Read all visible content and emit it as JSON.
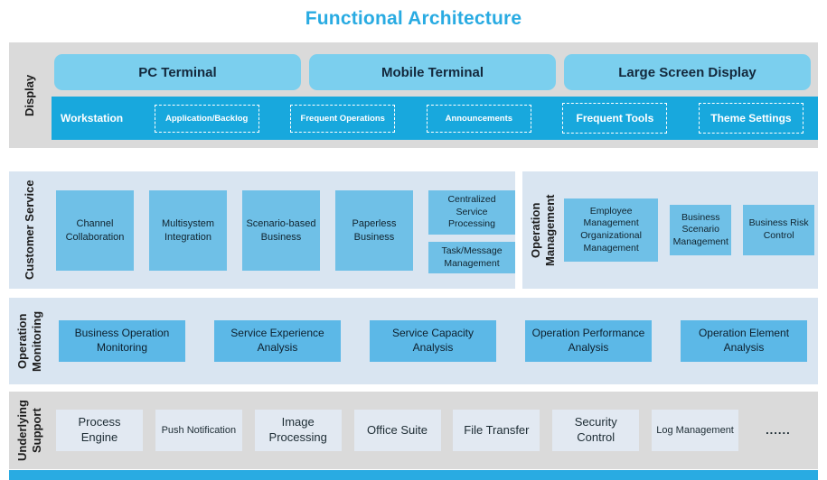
{
  "title": "Functional Architecture",
  "colors": {
    "accent_blue": "#29abe2",
    "workstation_bar": "#18a8dd",
    "terminal_button": "#7bcfee",
    "service_box": "#6fc0e7",
    "monitor_box": "#5cb8e7",
    "support_box": "#e2e9f2",
    "panel_gray": "#dadada",
    "panel_blue": "#d9e5f1"
  },
  "display": {
    "label": "Display",
    "terminals": [
      "PC Terminal",
      "Mobile Terminal",
      "Large Screen Display"
    ],
    "workstation": {
      "label": "Workstation",
      "items": [
        "Application/Backlog",
        "Frequent Operations",
        "Announcements",
        "Frequent Tools",
        "Theme Settings"
      ]
    }
  },
  "customer_service": {
    "label": "Customer Service",
    "boxes": [
      "Channel Collaboration",
      "Multisystem Integration",
      "Scenario-based Business",
      "Paperless Business"
    ],
    "stacked_boxes": [
      "Centralized Service Processing",
      "Task/Message Management"
    ]
  },
  "operation_management": {
    "label": "Operation Management",
    "boxes": [
      "Employee Management Organizational Management",
      "Business Scenario Management",
      "Business Risk Control"
    ]
  },
  "operation_monitoring": {
    "label": "Operation Monitoring",
    "boxes": [
      "Business Operation Monitoring",
      "Service Experience Analysis",
      "Service Capacity Analysis",
      "Operation Performance Analysis",
      "Operation Element Analysis"
    ]
  },
  "underlying_support": {
    "label": "Underlying Support",
    "boxes": [
      "Process Engine",
      "Push Notification",
      "Image Processing",
      "Office Suite",
      "File Transfer",
      "Security Control",
      "Log Management",
      "......"
    ]
  }
}
